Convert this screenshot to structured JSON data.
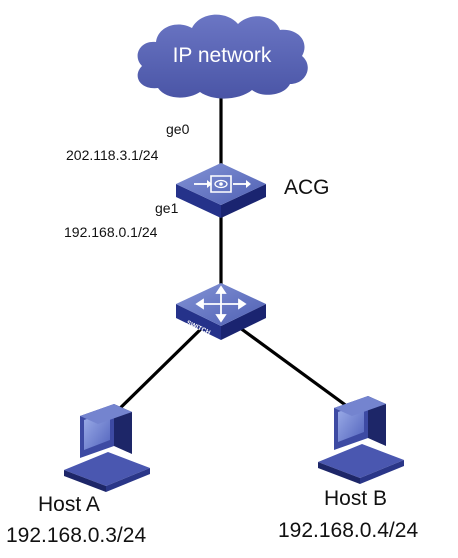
{
  "cloud": {
    "label": "IP network"
  },
  "acg": {
    "label": "ACG",
    "ge0": {
      "name": "ge0",
      "ip": "202.118.3.1/24"
    },
    "ge1": {
      "name": "ge1",
      "ip": "192.168.0.1/24"
    }
  },
  "switch": {
    "badge": "SWITCH"
  },
  "hosts": [
    {
      "name": "Host A",
      "ip": "192.168.0.3/24"
    },
    {
      "name": "Host B",
      "ip": "192.168.0.4/24"
    }
  ],
  "colors": {
    "cloud": "#5661b3",
    "device_top": "#6a7bc4",
    "device_side_dark": "#1f2c7a",
    "device_side_mid": "#2e3d94",
    "host_body": "#3d4aa3",
    "host_dark": "#1d2668",
    "link": "#000000"
  }
}
